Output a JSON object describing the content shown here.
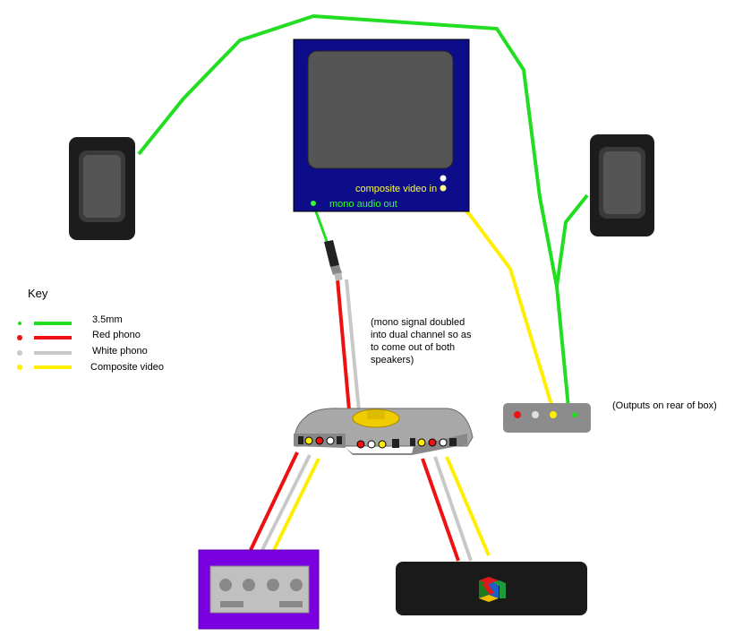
{
  "tv": {
    "composite_label": "composite video in",
    "mono_label": "mono audio out"
  },
  "note": {
    "line1": "(mono signal doubled",
    "line2": "into dual channel so as",
    "line3": "to come out of both",
    "line4": "speakers)"
  },
  "box_label": "(Outputs on rear of box)",
  "key": {
    "title": "Key",
    "items": [
      {
        "label": "3.5mm",
        "color": "#22dd22"
      },
      {
        "label": "Red phono",
        "color": "#ee1111"
      },
      {
        "label": "White phono",
        "color": "#c8c8c8"
      },
      {
        "label": "Composite video",
        "color": "#ffee00"
      }
    ]
  },
  "colors": {
    "cable_35mm": "#22dd22",
    "cable_red": "#ee1111",
    "cable_white": "#c8c8c8",
    "cable_composite": "#ffee00",
    "tv_frame": "#0d0d8a",
    "gamecube": "#7a00e0",
    "n64": "#1a1a1a",
    "switch_box": "#a8a8a8"
  }
}
